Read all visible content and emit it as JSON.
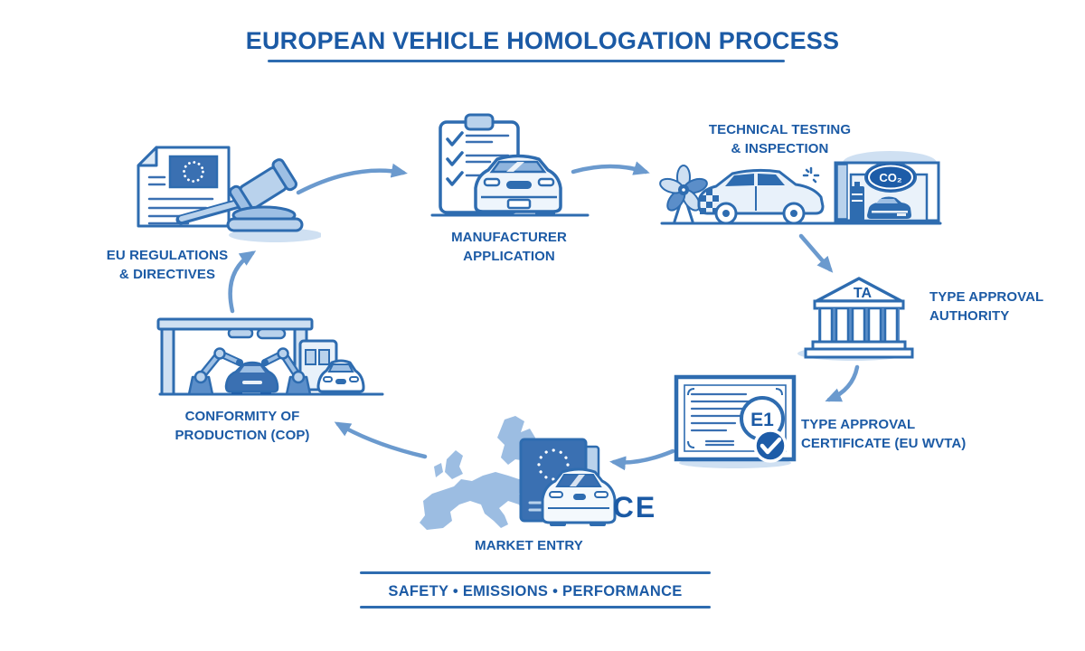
{
  "title": "EUROPEAN VEHICLE HOMOLOGATION PROCESS",
  "stages": {
    "eu_regulations": {
      "line1": "EU REGULATIONS",
      "line2": "& DIRECTIVES"
    },
    "manufacturer_application": {
      "line1": "MANUFACTURER",
      "line2": "APPLICATION"
    },
    "technical_testing": {
      "line1": "TECHNICAL TESTING",
      "line2": "& INSPECTION",
      "badge": "CO₂"
    },
    "type_approval_authority": {
      "line1": "TYPE APPROVAL",
      "line2": "AUTHORITY",
      "badge": "TA"
    },
    "type_approval_certificate": {
      "line1": "TYPE APPROVAL",
      "line2": "CERTIFICATE (EU WVTA)",
      "badge": "E1"
    },
    "market_entry": {
      "line1": "MARKET ENTRY",
      "badge": "CE"
    },
    "conformity_of_production": {
      "line1": "CONFORMITY OF",
      "line2": "PRODUCTION (COP)"
    }
  },
  "footer": {
    "text": "SAFETY • EMISSIONS • PERFORMANCE"
  },
  "colors": {
    "text_blue": "#1b5aa5",
    "outline_blue": "#2e6cb0",
    "badge_dark": "#1d5ca8",
    "mid_blue": "#5b8ec9",
    "flag_blue": "#3a70b2",
    "light_blue": "#cfe0f2",
    "pale_blue": "#e8f1fa",
    "arrow_blue": "#6b9ace"
  }
}
